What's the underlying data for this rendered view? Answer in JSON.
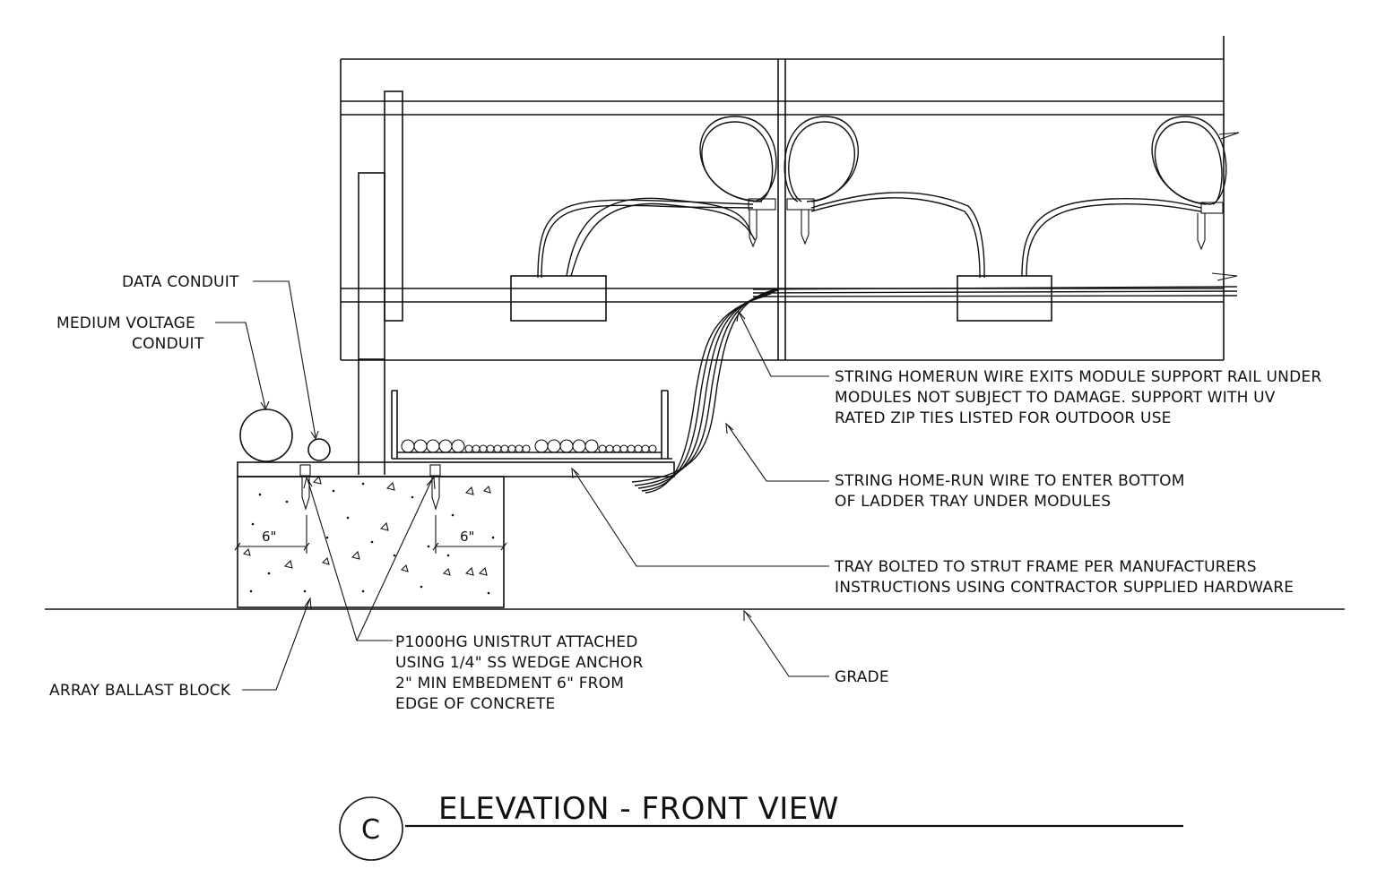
{
  "labels": {
    "data_conduit": "DATA CONDUIT",
    "mv_conduit_line1": "MEDIUM VOLTAGE",
    "mv_conduit_line2": "CONDUIT",
    "homerun_exit_line1": "STRING HOMERUN WIRE EXITS MODULE SUPPORT RAIL UNDER",
    "homerun_exit_line2": "MODULES NOT SUBJECT TO DAMAGE.  SUPPORT WITH  UV",
    "homerun_exit_line3": "RATED ZIP TIES LISTED FOR OUTDOOR USE",
    "homerun_enter_line1": "STRING HOME-RUN WIRE TO ENTER BOTTOM",
    "homerun_enter_line2": "OF LADDER TRAY UNDER MODULES",
    "tray_bolted_line1": "TRAY BOLTED TO STRUT FRAME PER MANUFACTURERS",
    "tray_bolted_line2": "INSTRUCTIONS USING CONTRACTOR SUPPLIED HARDWARE",
    "unistrut_line1": "P1000HG UNISTRUT ATTACHED",
    "unistrut_line2": "USING 1/4\" SS WEDGE ANCHOR",
    "unistrut_line3": "2\" MIN EMBEDMENT 6\" FROM",
    "unistrut_line4": "EDGE OF CONCRETE",
    "ballast_block": "ARRAY BALLAST BLOCK",
    "grade": "GRADE"
  },
  "dimensions": {
    "left_offset": "6\"",
    "right_offset": "6\""
  },
  "title": {
    "tag": "C",
    "text": "ELEVATION - FRONT VIEW"
  }
}
